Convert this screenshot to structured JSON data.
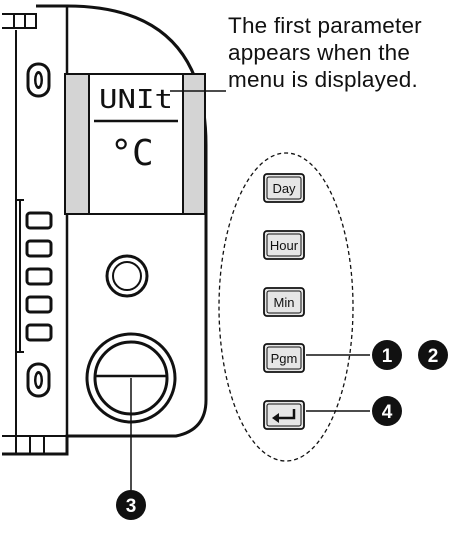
{
  "caption": {
    "lines": [
      "The first parameter",
      "appears when the",
      "menu is displayed."
    ]
  },
  "display": {
    "line1": "UNIt",
    "line2": "°C"
  },
  "buttons": {
    "day": "Day",
    "hour": "Hour",
    "min": "Min",
    "pgm": "Pgm",
    "enter_icon": "enter-arrow-icon"
  },
  "callouts": {
    "c1": "1",
    "c2": "2",
    "c3": "3",
    "c4": "4"
  }
}
